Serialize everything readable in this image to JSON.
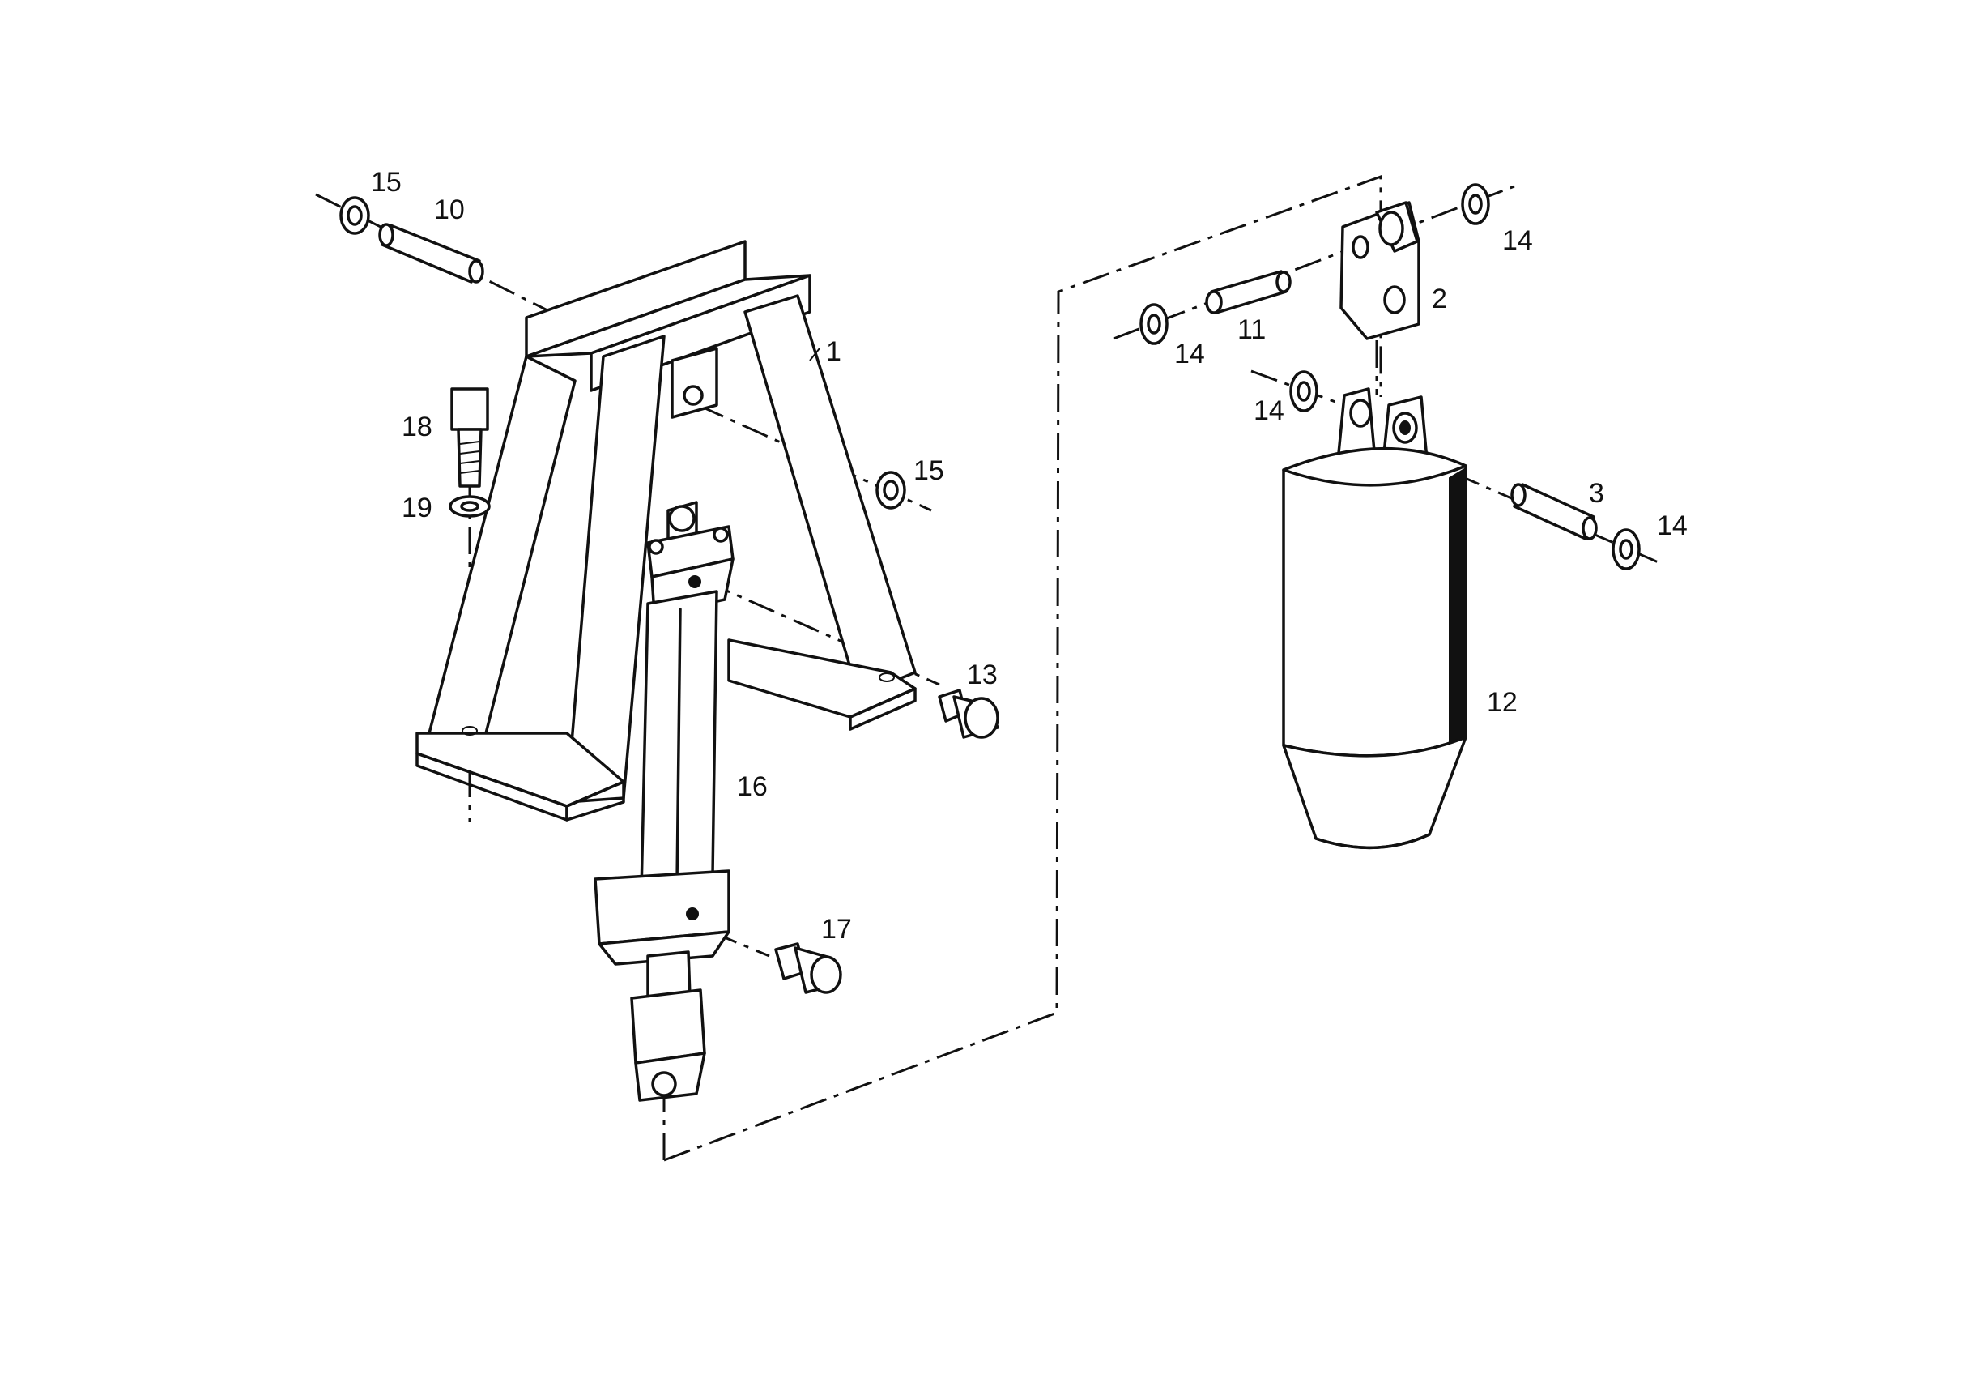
{
  "labels": {
    "p1": "1",
    "p2": "2",
    "p3": "3",
    "p10": "10",
    "p11": "11",
    "p12": "12",
    "p13": "13",
    "p14a": "14",
    "p14b": "14",
    "p14c": "14",
    "p14d": "14",
    "p15a": "15",
    "p15b": "15",
    "p16": "16",
    "p17": "17",
    "p18": "18",
    "p19": "19"
  },
  "colors": {
    "ink": "#111111",
    "paper": "#ffffff"
  }
}
